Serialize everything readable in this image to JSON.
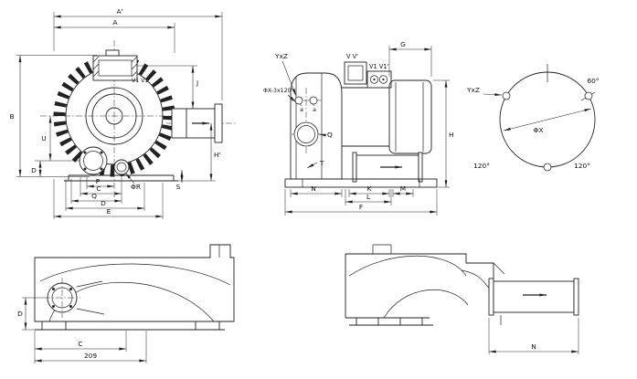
{
  "drawing": {
    "front_view": {
      "dim_a_prime": "A'",
      "dim_a": "A",
      "dim_b": "B",
      "dim_u": "U",
      "dim_d_left": "D",
      "dim_p": "P",
      "dim_c": "C",
      "dim_q": "Q",
      "dim_d_bottom": "D",
      "dim_e": "E",
      "dim_phi_r": "ΦR",
      "dim_s": "S",
      "dim_j": "J",
      "dim_h_prime": "H'",
      "label_v1_v1": "V1 V1'"
    },
    "side_view": {
      "label_yxz": "YxZ",
      "label_phi_x_pattern": "ΦX-3x120°",
      "label_v_v": "V V'",
      "label_v1_v1": "V1 V1'",
      "dim_g": "G",
      "angle_a_left": "a",
      "angle_a_right": "a",
      "label_q": "Q",
      "label_t": "T",
      "dim_n": "N",
      "dim_k": "K",
      "dim_l": "L",
      "dim_m": "M",
      "dim_f": "F",
      "dim_h": "H"
    },
    "flange_detail": {
      "angle_60": "60°",
      "label_yxz": "YxZ",
      "label_phi_x": "ΦX",
      "angle_120_left": "120°",
      "angle_120_right": "120°"
    },
    "bottom_view": {
      "dim_d": "D",
      "dim_c": "C",
      "dim_209": "209"
    },
    "rear_view": {
      "dim_n": "N"
    }
  }
}
